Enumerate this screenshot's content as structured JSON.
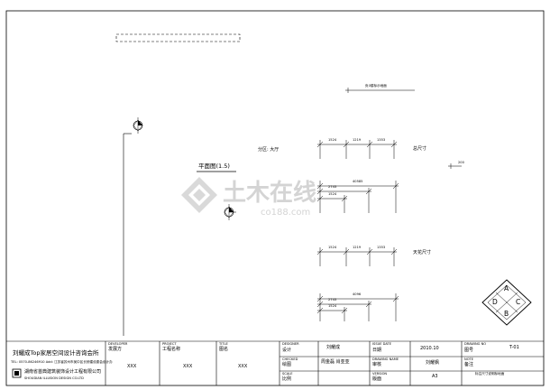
{
  "plan": {
    "title": "平面图(1.5)",
    "zone": "分区: 大厅",
    "top_note": "负0楼标示地面",
    "side_marker": "200"
  },
  "dims_total": {
    "label": "总尺寸",
    "a": "1524",
    "b": "1219",
    "c": "1353",
    "overall": "40585",
    "sub1": "2743",
    "sub2": "1524"
  },
  "dims_ceiling": {
    "label": "天花尺寸",
    "a": "1524",
    "b": "1219",
    "c": "1353",
    "overall": "4096",
    "sub1": "2743",
    "sub2": "1524"
  },
  "logo": {
    "a": "A",
    "b": "B",
    "c": "C",
    "d": "D"
  },
  "watermark": {
    "main": "土木在线",
    "sub": "co188.com"
  },
  "title_block": {
    "company_name": "刘耀成Top家居空间设计咨询会所",
    "company_tel": "TEL: 0570-86246910     Add: 江苏省苏州市吴中区长桥建设委会设计办",
    "company_cn": "湖南省首典建筑装饰设计工程有限公司",
    "company_en": "SHOUDIAN ILLUSION DESIGN CO.LTD",
    "designer_en": "DEVELOPER",
    "designer_cn": "发展方",
    "designer_val": "XXX",
    "project_en": "PROJECT",
    "project_cn": "工程名称",
    "project_val": "XXX",
    "title_en": "TITLE",
    "title_cn": "图名",
    "title_val": "XXX",
    "design_en": "DESIGNER",
    "design_cn": "设计",
    "design_val": "刘耀成",
    "check_en": "CHECKED",
    "check_cn": "绘图",
    "check_val": "周金磊 肖亚亚",
    "scale_en": "SCALE",
    "scale_cn": "比例",
    "date_en": "ISSUE DATE",
    "date_cn": "日期",
    "date_val": "2010.10",
    "draw_en": "DRAWING NAME",
    "draw_cn": "审核",
    "draw_val": "刘耀枫",
    "version_en": "VERSION",
    "version_cn": "版面",
    "version_val": "A3",
    "no_en": "DRAWING NO",
    "no_cn": "图号",
    "no_val": "T-01",
    "note_en": "NOTE",
    "note_cn": "备注",
    "note_val": "标注尺寸说明标地面"
  }
}
